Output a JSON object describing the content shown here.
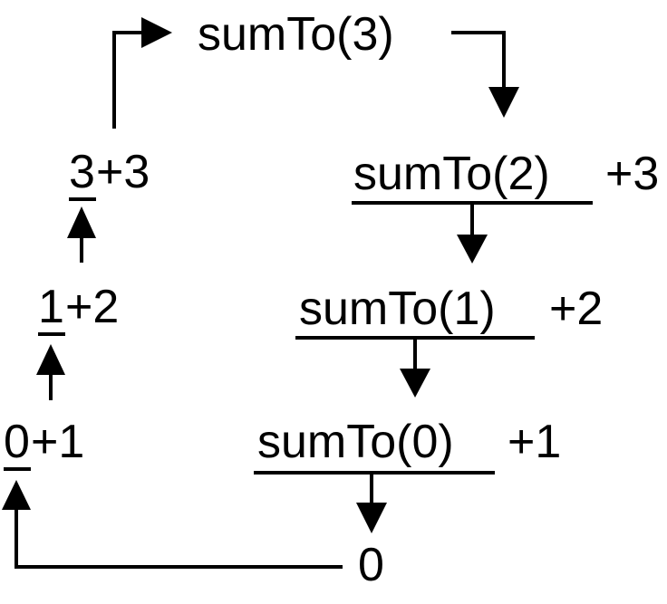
{
  "diagram": {
    "call": "sumTo(3)",
    "steps": [
      {
        "call": "sumTo(2)",
        "addend": "+3"
      },
      {
        "call": "sumTo(1)",
        "addend": "+2"
      },
      {
        "call": "sumTo(0)",
        "addend": "+1"
      }
    ],
    "base_result": "0",
    "returns": [
      {
        "value": "0",
        "addend": "+1"
      },
      {
        "value": "1",
        "addend": "+2"
      },
      {
        "value": "3",
        "addend": "+3"
      }
    ]
  }
}
